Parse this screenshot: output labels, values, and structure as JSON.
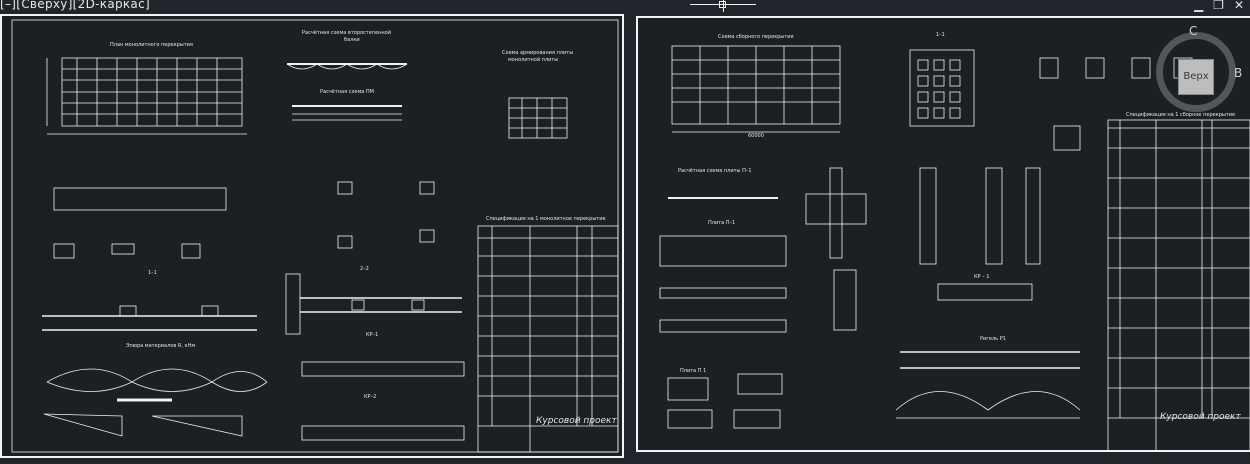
{
  "viewport": {
    "label": "[–][Сверху][2D-каркас]"
  },
  "window_controls": {
    "minimize": "▁",
    "restore": "❐",
    "close": "✕"
  },
  "viewcube": {
    "north": "С",
    "east": "В",
    "face": "Верх"
  },
  "sheet_left": {
    "plan_title": "План монолитного перекрытия",
    "slab_scheme_title_1": "Расчётная схема второстепенной",
    "slab_scheme_title_2": "балки",
    "slab_scheme_title_3": "Расчётная схема ПМ",
    "reinf_title_1": "Схема армирования плиты",
    "reinf_title_2": "монолитной плиты",
    "spec_title": "Спецификация на 1 монолитное перекрытие",
    "stamp": "Курсовой проект",
    "section_11": "1–1",
    "section_22": "2–2",
    "kr1": "КР–1",
    "kr2": "КР–2",
    "envelope": "Эпюра материалов R, кНм"
  },
  "sheet_right": {
    "frame_title": "Схема сборного перекрытия",
    "section_label": "1–1",
    "slab_scheme": "Расчётная схема плиты П–1",
    "slab_p1": "Плита П–1",
    "slab_p1b": "Плита П 1",
    "spec_title": "Спецификация на 1 сборное перекрытие",
    "kr1": "КР – 1",
    "ribs_title": "Ригель Р1",
    "stamp": "Курсовой проект",
    "dim_total": "60000"
  },
  "colors": {
    "background": "#21252b",
    "sheet": "#1c1f24",
    "lines": "#f4f4f4"
  }
}
